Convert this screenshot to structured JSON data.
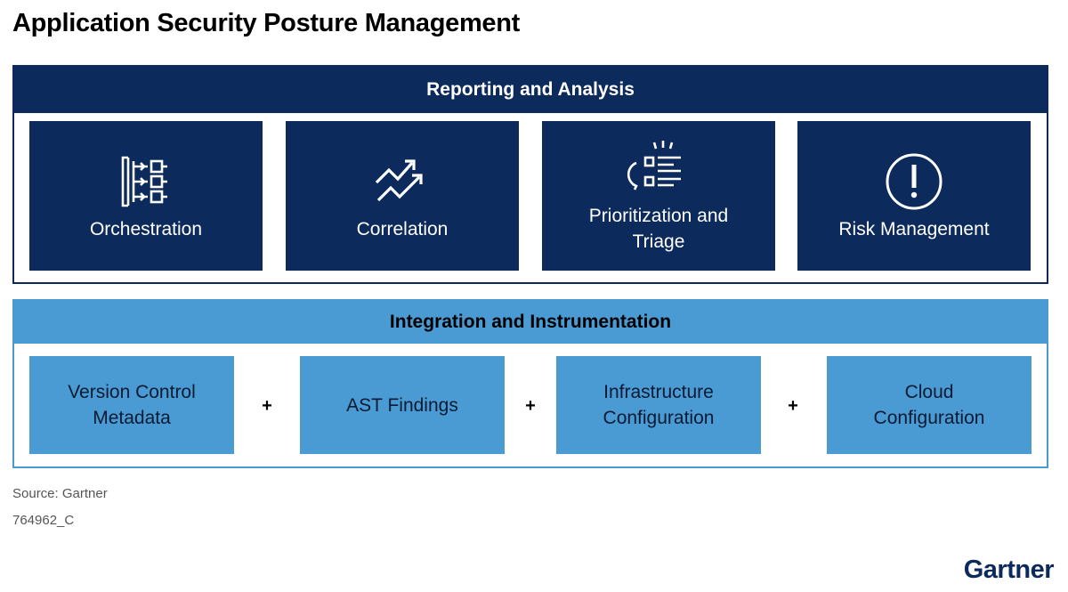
{
  "title": "Application Security Posture Management",
  "reporting": {
    "header": "Reporting and Analysis",
    "tiles": [
      {
        "label": "Orchestration",
        "icon": "orchestration-icon"
      },
      {
        "label": "Correlation",
        "icon": "trend-arrows-icon"
      },
      {
        "label": "Prioritization and Triage",
        "icon": "prioritized-list-icon"
      },
      {
        "label": "Risk Management",
        "icon": "alert-circle-icon"
      }
    ]
  },
  "integration": {
    "header": "Integration and Instrumentation",
    "tiles": [
      {
        "label": "Version Control Metadata"
      },
      {
        "label": "AST Findings"
      },
      {
        "label": "Infrastructure Configuration"
      },
      {
        "label": "Cloud Configuration"
      }
    ],
    "separator": "+"
  },
  "footer": {
    "source": "Source: Gartner",
    "doc_id": "764962_C",
    "brand": "Gartner"
  },
  "colors": {
    "navy": "#0c2a5b",
    "blue": "#4a9bd3"
  }
}
